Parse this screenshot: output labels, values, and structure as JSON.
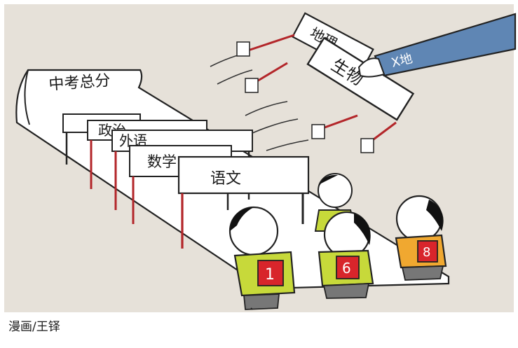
{
  "scroll": {
    "title": "中考总分"
  },
  "hurdles": [
    {
      "label": "政治"
    },
    {
      "label": "外语"
    },
    {
      "label": "数学"
    },
    {
      "label": "语文"
    }
  ],
  "flying_hurdles": {
    "front": "生物",
    "back": "地理"
  },
  "arm": {
    "sleeve_text": "X地"
  },
  "kids": [
    {
      "bib": "1",
      "shirt_color": "#c7d93a"
    },
    {
      "bib": "6",
      "shirt_color": "#c7d93a"
    },
    {
      "bib": "8",
      "shirt_color": "#f0a830"
    }
  ],
  "credit": "漫画/王铎",
  "colors": {
    "background": "#e6e1d9",
    "bib_red": "#d8252b",
    "arm_blue": "#5f86b4"
  }
}
